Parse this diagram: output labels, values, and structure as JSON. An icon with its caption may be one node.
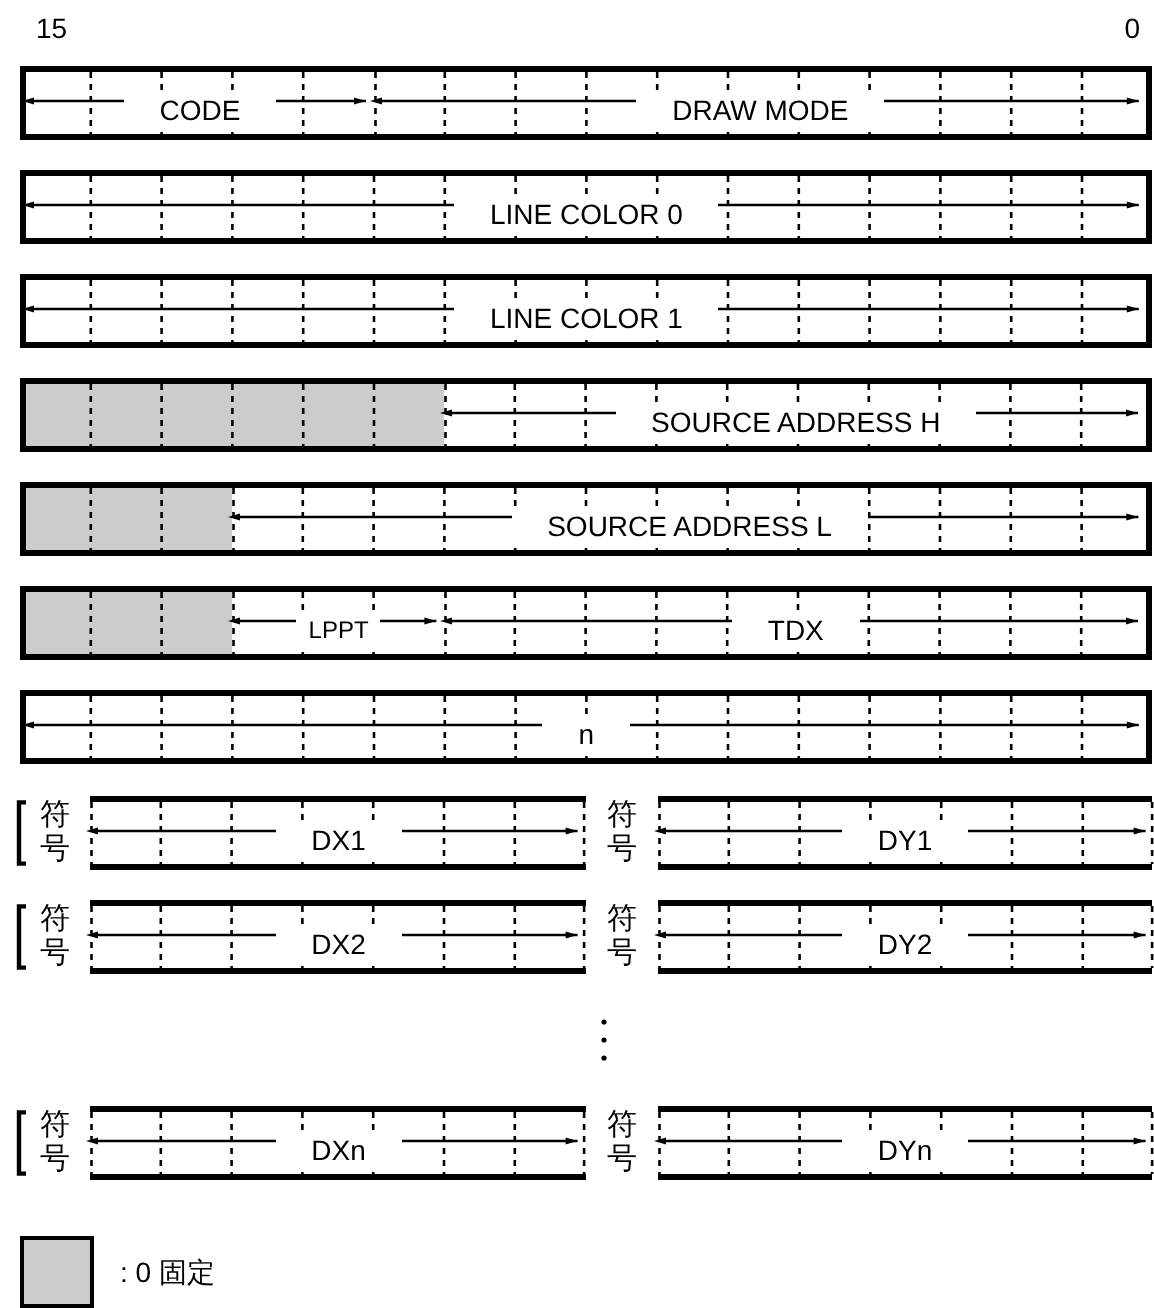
{
  "diagram": {
    "nodes": [
      {
        "text": [],
        "shape": "box"
      },
      {
        "text": [
          "CODE"
        ],
        "in": 0
      },
      {
        "text": [
          "DRAW MODE"
        ],
        "in": 0
      },
      {
        "text": [],
        "shape": "box"
      },
      {
        "text": [
          "LINE COLOR 0"
        ],
        "in": 3
      },
      {
        "text": [],
        "shape": "box"
      },
      {
        "text": [
          "LINE COLOR 1"
        ],
        "in": 5
      },
      {
        "text": [],
        "shape": "box"
      },
      {
        "text": [],
        "shape": "box",
        "in": 7
      },
      {
        "text": [
          "SOURCE ADDRESS H"
        ],
        "in": 7
      },
      {
        "text": [],
        "shape": "box"
      },
      {
        "text": [],
        "shape": "box",
        "in": 10
      },
      {
        "text": [
          "SOURCE ADDRESS L"
        ],
        "in": 10
      },
      {
        "text": [],
        "shape": "box"
      },
      {
        "text": [],
        "shape": "box",
        "in": 13
      },
      {
        "text": [
          "LPPT"
        ],
        "in": 13
      },
      {
        "text": [
          "TDX"
        ],
        "in": 13
      },
      {
        "text": [],
        "shape": "box"
      },
      {
        "text": [
          "n"
        ],
        "in": 17
      },
      {
        "text": [
          "符号"
        ]
      },
      {
        "text": [
          "DX1"
        ]
      },
      {
        "text": [
          "符号"
        ]
      },
      {
        "text": [
          "DY1"
        ]
      },
      {
        "text": [
          "符号"
        ]
      },
      {
        "text": [
          "DX2"
        ]
      },
      {
        "text": [
          "符号"
        ]
      },
      {
        "text": [
          "DY2"
        ]
      },
      {
        "text": [
          "符号"
        ]
      },
      {
        "text": [
          "DXn"
        ]
      },
      {
        "text": [
          "符号"
        ]
      },
      {
        "text": [
          "DYn"
        ]
      }
    ],
    "labels": [
      "15",
      "0"
    ],
    "legend": [
      {
        "text": ": 0 固定",
        "color": "#cccccc"
      }
    ]
  }
}
